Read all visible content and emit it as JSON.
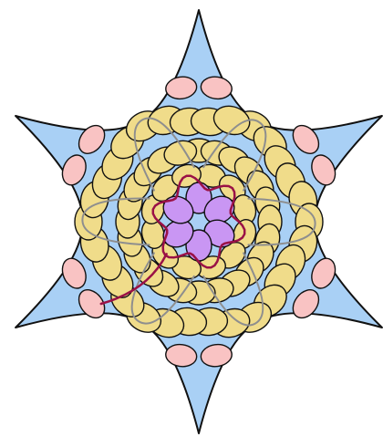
{
  "diagram": {
    "kind": "beading-pattern",
    "shape": "six-pointed-star",
    "colors": {
      "star_fill": "#a9d0f5",
      "outline": "#111111",
      "bead_yellow": "#f0dc8a",
      "bead_pink": "#f9c3c3",
      "bead_purple": "#c996f3",
      "path_thread": "#9a1146",
      "grey_thread": "#8e8e8e",
      "background": "#ffffff"
    },
    "beads": {
      "center_purple_count": 6,
      "pink_edge_count": 12
    }
  }
}
